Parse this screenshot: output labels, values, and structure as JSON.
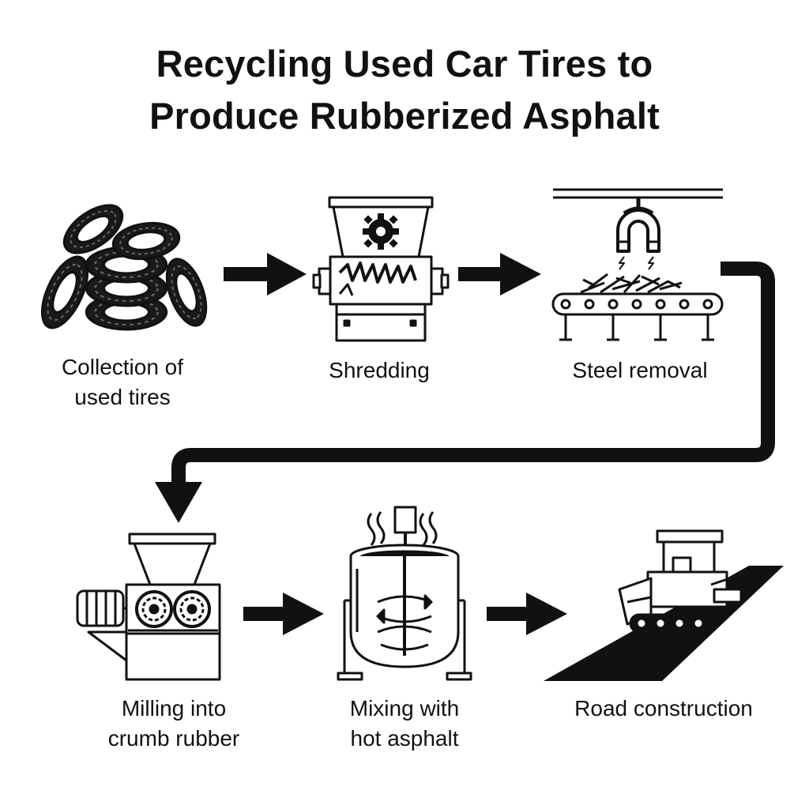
{
  "title": {
    "line1": "Recycling Used Car Tires to",
    "line2": "Produce Rubberized Asphalt"
  },
  "steps": [
    {
      "icon": "tire-pile-icon",
      "line1": "Collection of",
      "line2": "used tires"
    },
    {
      "icon": "shredder-icon",
      "line1": "Shredding"
    },
    {
      "icon": "magnet-conveyor-icon",
      "line1": "Steel removal"
    },
    {
      "icon": "mill-icon",
      "line1": "Milling into",
      "line2": "crumb rubber"
    },
    {
      "icon": "mixing-tank-icon",
      "line1": "Mixing with",
      "line2": "hot asphalt"
    },
    {
      "icon": "paver-road-icon",
      "line1": "Road construction"
    }
  ],
  "colors": {
    "ink": "#111111",
    "background": "#ffffff"
  }
}
